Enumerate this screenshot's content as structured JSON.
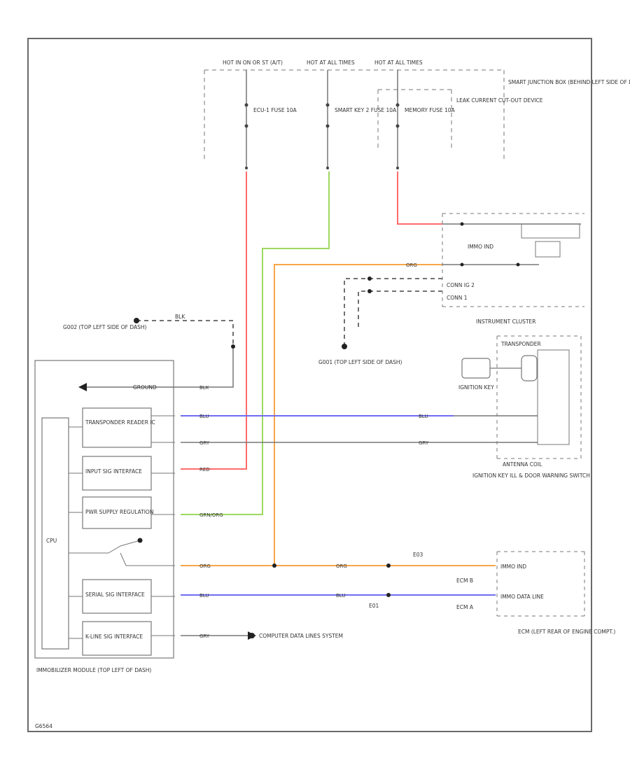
{
  "labels": {
    "hot1": "HOT IN ON OR ST (A/T)",
    "hot2": "HOT AT ALL TIMES",
    "hot3": "HOT AT ALL TIMES",
    "fuse1": "ECU-1 FUSE 10A",
    "fuse2": "SMART KEY 2 FUSE 10A",
    "fuse3": "MEMORY FUSE 10A",
    "leak": "LEAK CURRENT CUT-OUT DEVICE",
    "sjb": "SMART JUNCTION BOX (BEHIND LEFT SIDE OF DASH)",
    "wire_red1": "RED",
    "wire_grn": "GRN/ORG",
    "wire_red2": "RED",
    "g_gnd_upper": "G002 (TOP LEFT SIDE OF DASH)",
    "blk_upper": "BLK",
    "immo_ind": "IMMO IND",
    "conn_ig2": "CONN IG 2",
    "conn_ig1": "CONN 1",
    "g_gnd_mid": "G001 (TOP LEFT SIDE OF DASH)",
    "inst_cluster": "INSTRUMENT CLUSTER",
    "transponder": "TRANSPONDER",
    "ign_key": "IGNITION KEY",
    "antenna_coil": "ANTENNA COIL",
    "ign_switch": "IGNITION KEY ILL & DOOR WARNING SWITCH",
    "ground": "GROUND",
    "cpu": "CPU",
    "box_transponder": "TRANSPONDER READER IC",
    "box_input": "INPUT SIG INTERFACE",
    "box_power": "PWR SUPPLY REGULATION",
    "box_serial": "SERIAL SIG INTERFACE",
    "box_kline": "K-LINE SIG INTERFACE",
    "immo_module": "IMMOBILIZER MODULE (TOP LEFT OF DASH)",
    "wire_blu": "BLU",
    "wire_gry": "GRY",
    "wire_org": "ORG",
    "wire_blk": "BLK",
    "wire_red_blk": "RED",
    "computer_data": "COMPUTER DATA LINES SYSTEM",
    "immo_ind2": "IMMO IND",
    "immo_data": "IMMO DATA LINE",
    "e01": "E01",
    "e03": "E03",
    "ecm_conn1": "ECM B",
    "ecm_conn2": "ECM A",
    "ecm": "ECM (LEFT REAR OF ENGINE COMPT.)",
    "footer": "G6564"
  },
  "colors": {
    "red": "#ff6b6b",
    "green": "#9fd860",
    "orange": "#f7a64a",
    "blue": "#6f6cf0",
    "frame": "#6a6a6a"
  }
}
